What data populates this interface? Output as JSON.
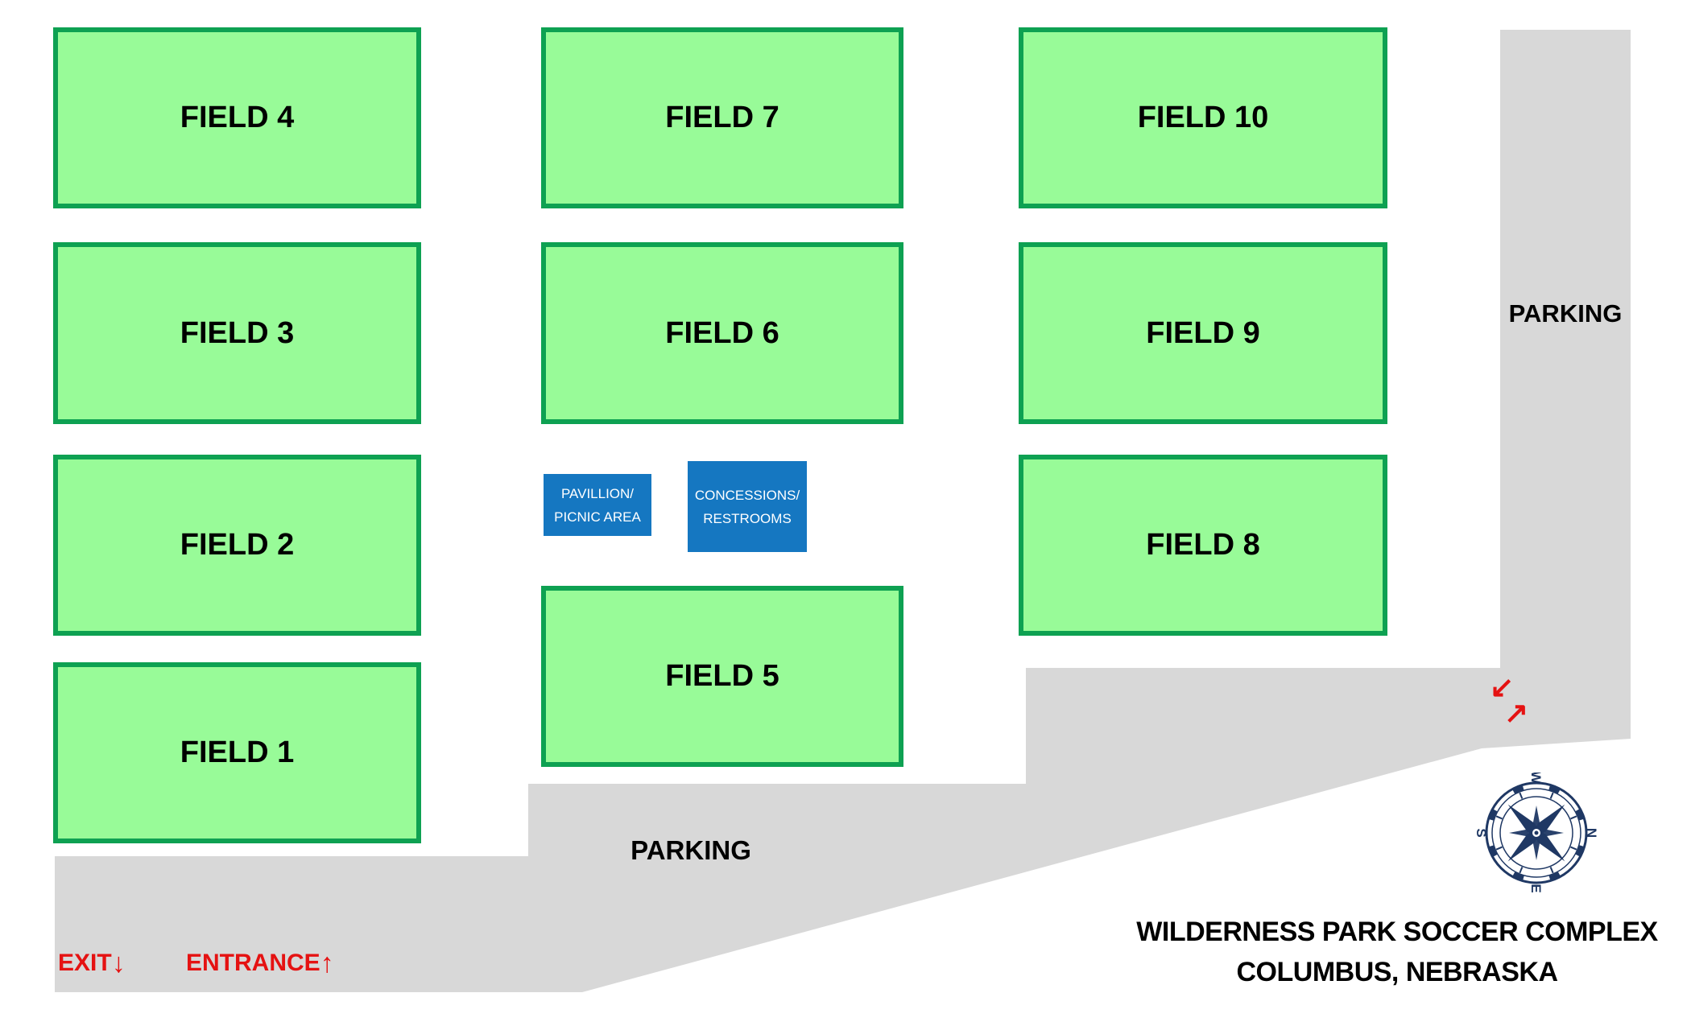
{
  "site": {
    "title_line1": "WILDERNESS PARK SOCCER COMPLEX",
    "title_line2": "COLUMBUS, NEBRASKA"
  },
  "fields": [
    {
      "label": "FIELD 1"
    },
    {
      "label": "FIELD 2"
    },
    {
      "label": "FIELD 3"
    },
    {
      "label": "FIELD 4"
    },
    {
      "label": "FIELD 5"
    },
    {
      "label": "FIELD 6"
    },
    {
      "label": "FIELD 7"
    },
    {
      "label": "FIELD 8"
    },
    {
      "label": "FIELD 9"
    },
    {
      "label": "FIELD 10"
    }
  ],
  "facilities": {
    "pavillion": {
      "line1": "PAVILLION/",
      "line2": "PICNIC AREA"
    },
    "concessions": {
      "line1": "CONCESSIONS/",
      "line2": "RESTROOMS"
    }
  },
  "parking": {
    "right_label": "PARKING",
    "bottom_label": "PARKING"
  },
  "gates": {
    "exit_label": "EXIT",
    "exit_arrow": "↓",
    "entrance_label": "ENTRANCE",
    "entrance_arrow": "↑"
  },
  "flow_arrows": {
    "upper": "↙",
    "lower": "↗"
  },
  "compass": {
    "n": "N",
    "e": "E",
    "s": "S",
    "w": "W"
  },
  "colors": {
    "field_fill": "#98FB98",
    "field_border": "#0EA152",
    "parking_gray": "#D8D8D8",
    "facility_blue": "#1577C1",
    "accent_red": "#E51212",
    "compass_navy": "#1F3864"
  }
}
